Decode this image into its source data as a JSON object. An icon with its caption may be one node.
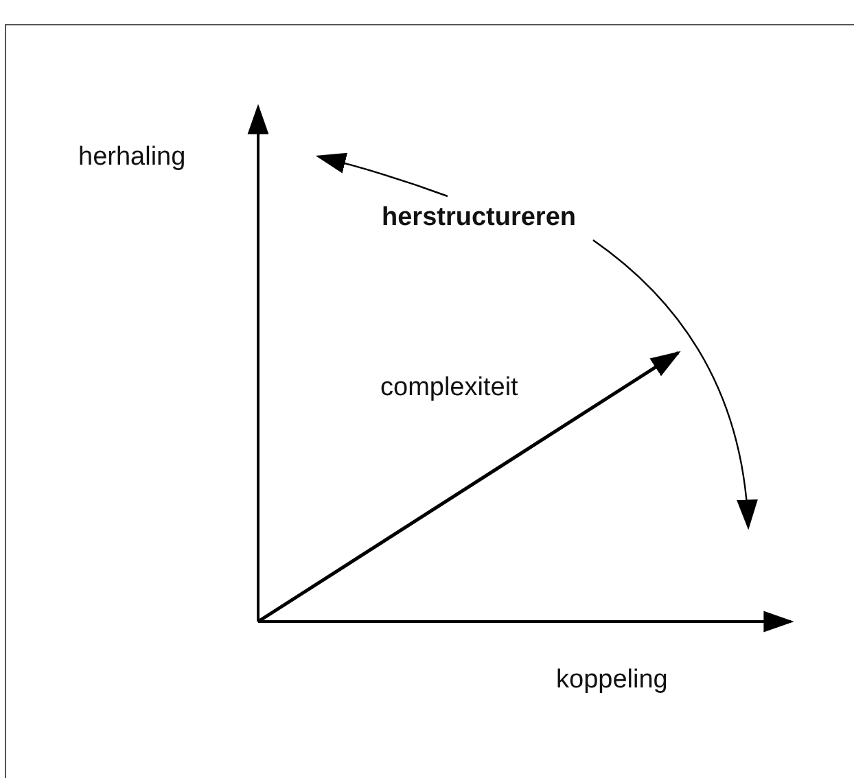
{
  "diagram": {
    "labels": [
      "herhaling",
      "herstructureren",
      "complexiteit",
      "koppeling"
    ]
  }
}
